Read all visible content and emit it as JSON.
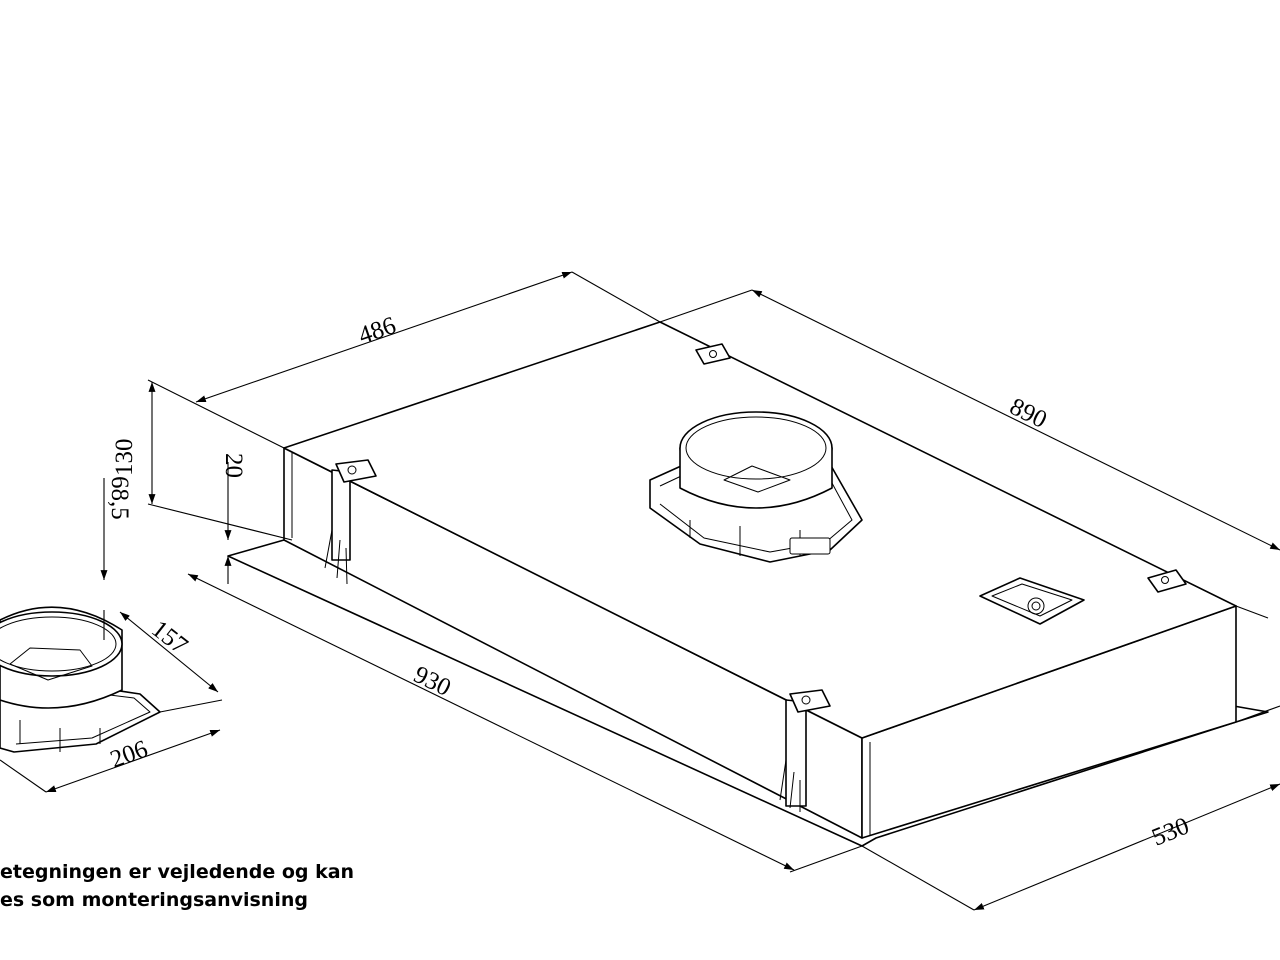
{
  "dimensions": {
    "depth_top": "486",
    "length_top": "890",
    "height": "130",
    "lip_height": "20",
    "collar_height": "68,5",
    "collar_depth": "157",
    "collar_width": "206",
    "length_bottom": "930",
    "width_bottom": "530"
  },
  "note": {
    "line1": "etegningen er vejledende og kan",
    "line2": "es som monteringsanvisning"
  }
}
